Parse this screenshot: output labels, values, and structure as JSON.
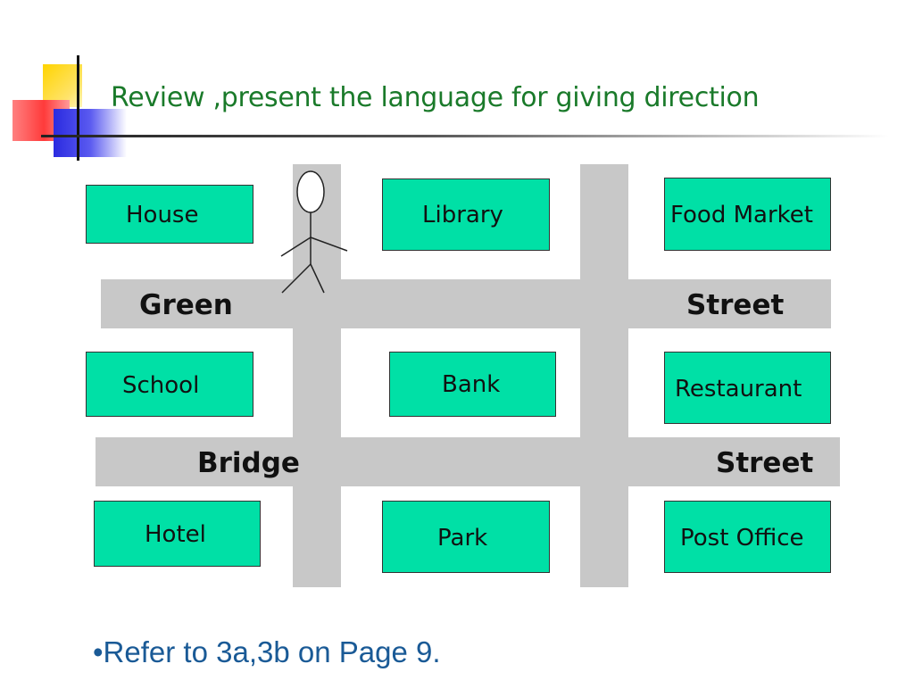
{
  "slide": {
    "title": "Review ,present the language for giving direction",
    "bullet": "•Refer to 3a,3b on Page 9."
  },
  "streets": {
    "green_left": "Green",
    "green_right": "Street",
    "bridge_left": "Bridge",
    "bridge_right": "Street"
  },
  "buildings": {
    "house": "House",
    "library": "Library",
    "food_market": "Food Market",
    "school": "School",
    "bank": "Bank",
    "restaurant": "Restaurant",
    "hotel": "Hotel",
    "park": "Park",
    "post_office": "Post Office"
  },
  "colors": {
    "title": "#1a7a2a",
    "building_fill": "#00e0a6",
    "road": "#c8c8c8",
    "bullet": "#1a5a96"
  },
  "icons": {
    "person": "stick-figure-icon"
  }
}
